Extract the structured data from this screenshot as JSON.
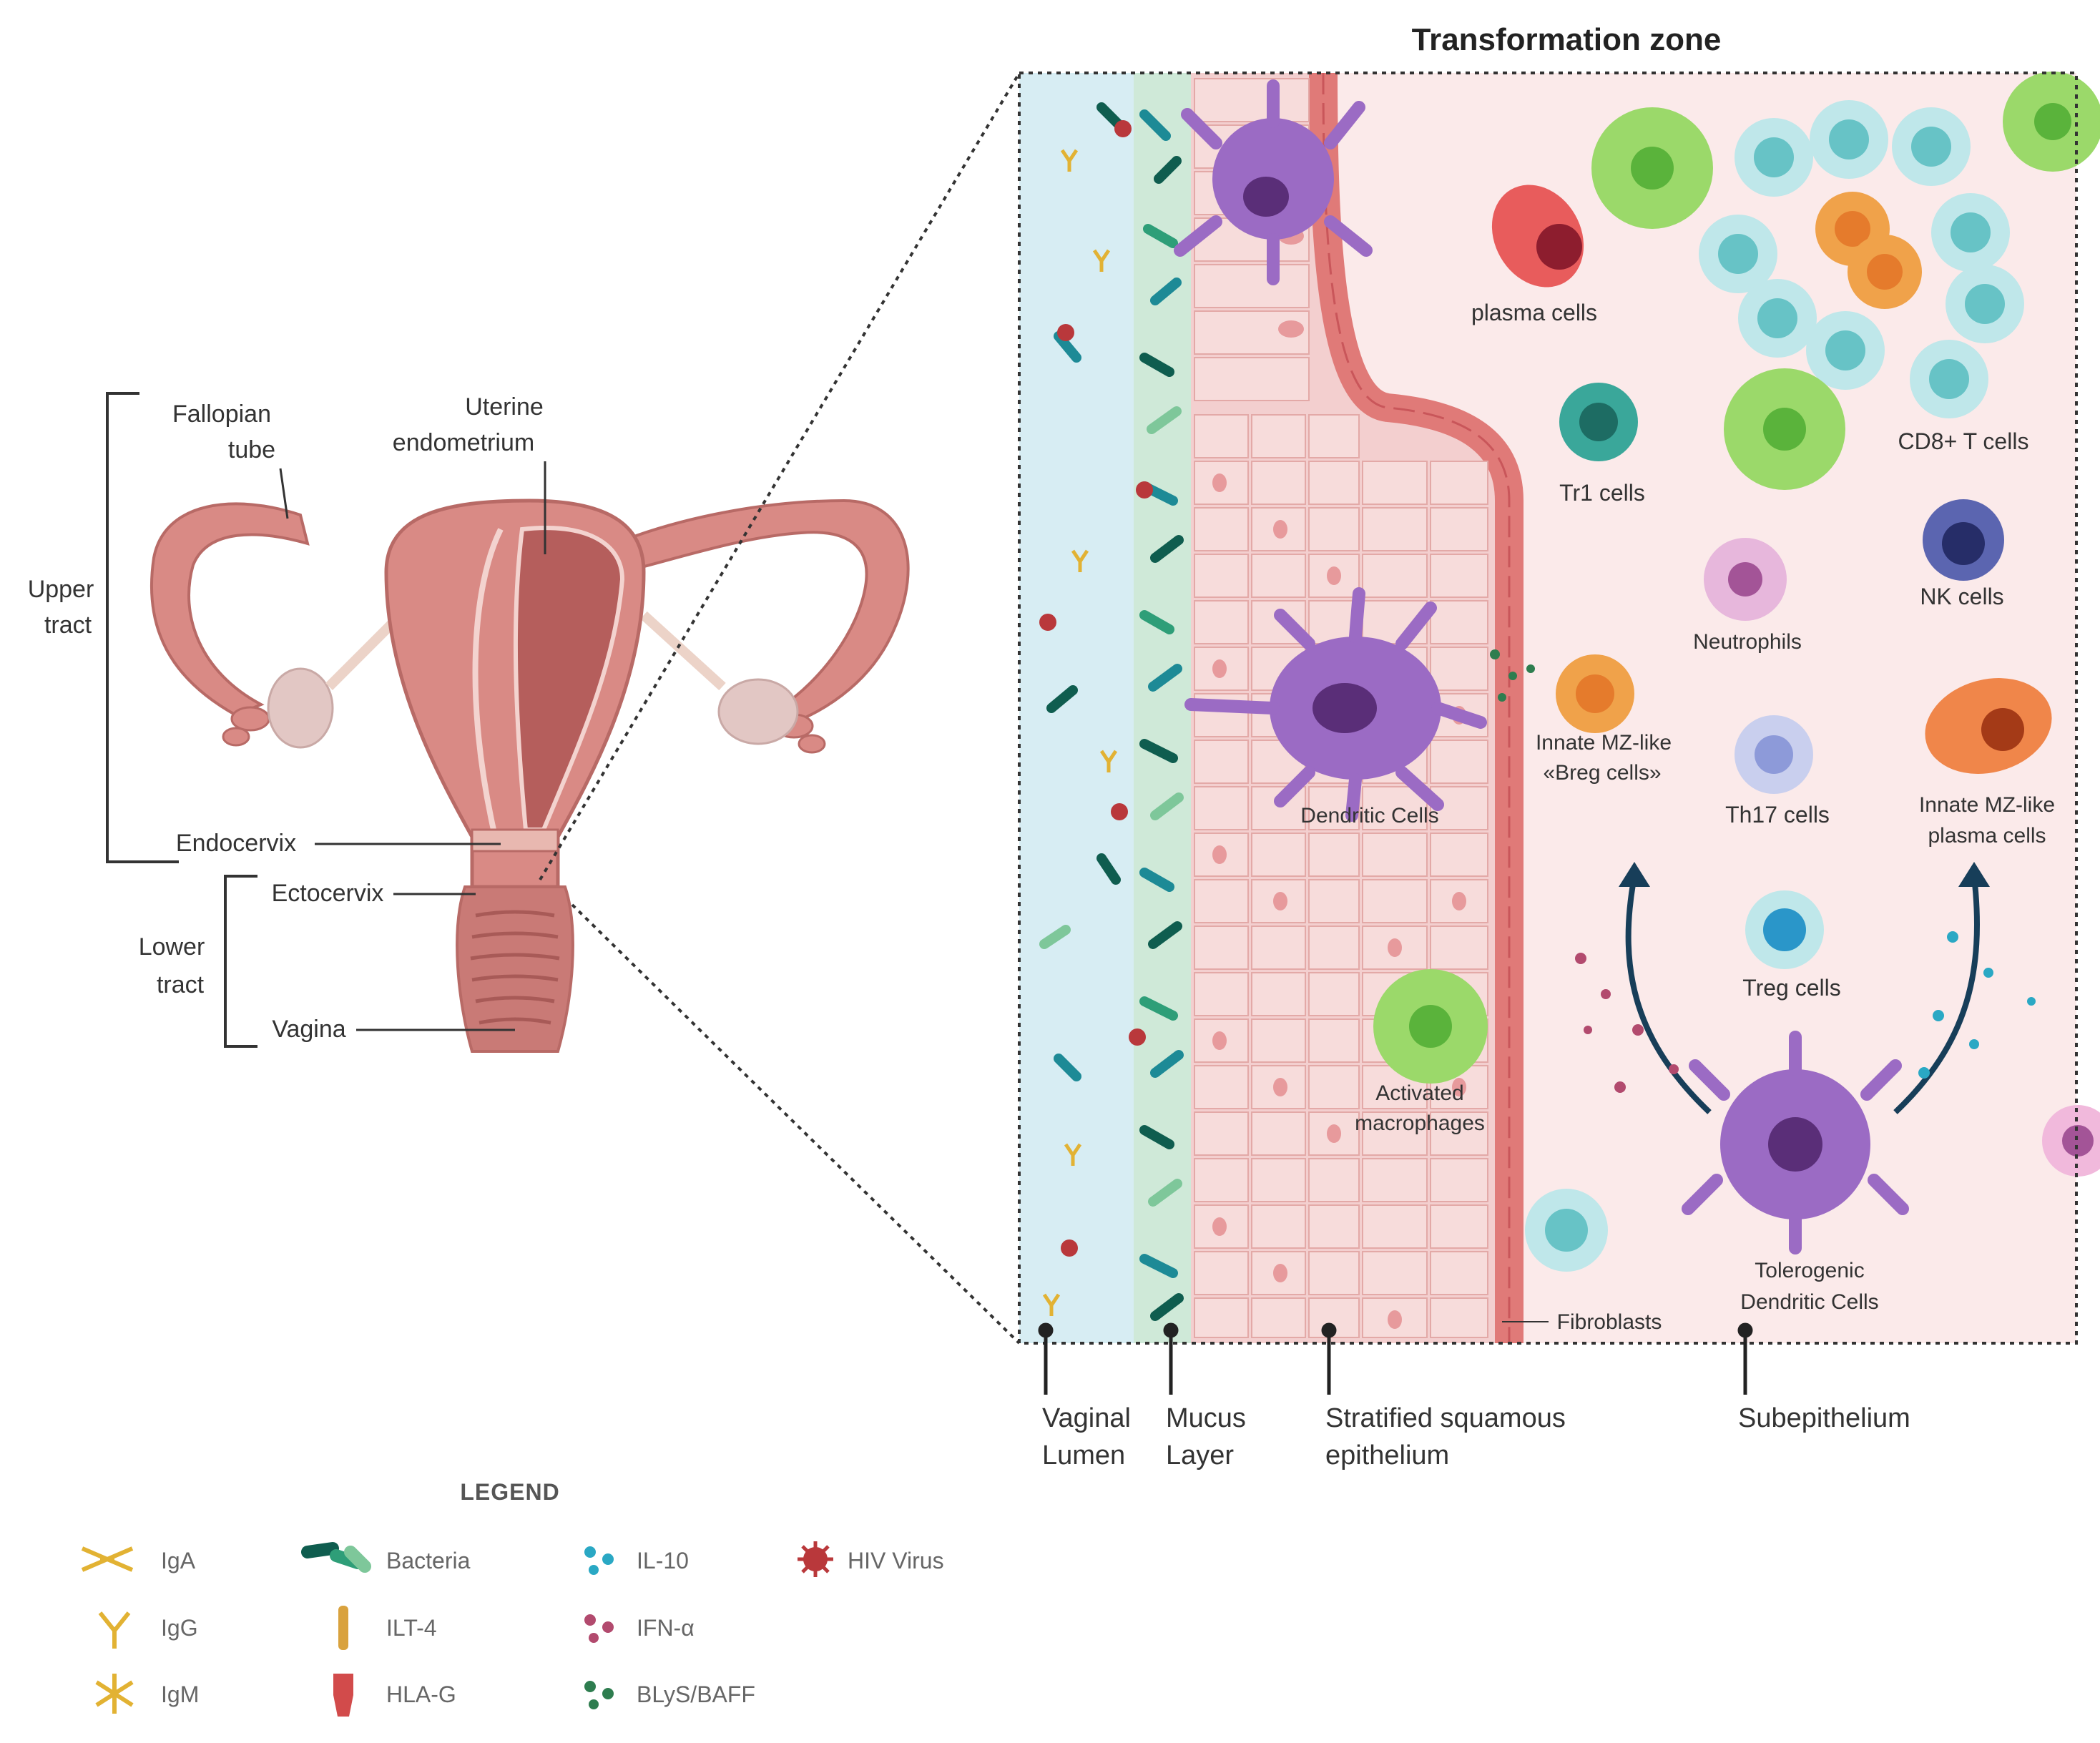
{
  "title": "Transformation zone",
  "anatomy": {
    "fallopian_tube": [
      "Fallopian",
      "tube"
    ],
    "uterine_endometrium": [
      "Uterine",
      "endometrium"
    ],
    "upper_tract": [
      "Upper",
      "tract"
    ],
    "endocervix": "Endocervix",
    "ectocervix": "Ectocervix",
    "lower_tract": [
      "Lower",
      "tract"
    ],
    "vagina": "Vagina"
  },
  "cells": {
    "plasma_cells": "plasma cells",
    "cd8_t_cells": "CD8+ T cells",
    "tr1_cells": "Tr1 cells",
    "nk_cells": "NK  cells",
    "neutrophils": "Neutrophils",
    "innate_mz_breg": [
      "Innate MZ-like",
      "«Breg cells»"
    ],
    "dendritic_cells": "Dendritic Cells",
    "th17_cells": "Th17 cells",
    "innate_mz_plasma": [
      "Innate MZ-like",
      "plasma cells"
    ],
    "treg_cells": "Treg cells",
    "activated_macrophages": [
      "Activated",
      "macrophages"
    ],
    "fibroblasts": "Fibroblasts",
    "tolerogenic_dc": [
      "Tolerogenic",
      "Dendritic Cells"
    ]
  },
  "layers": {
    "vaginal_lumen": [
      "Vaginal",
      "Lumen"
    ],
    "mucus_layer": [
      "Mucus",
      "Layer"
    ],
    "stratified_epithelium": [
      "Stratified squamous",
      "epithelium"
    ],
    "subepithelium": "Subepithelium"
  },
  "legend": {
    "title": "LEGEND",
    "items": {
      "iga": "IgA",
      "igg": "IgG",
      "igm": "IgM",
      "bacteria": "Bacteria",
      "ilt4": "ILT-4",
      "hlag": "HLA-G",
      "il10": "IL-10",
      "ifna": "IFN-α",
      "blys": "BLyS/BAFF",
      "hiv": "HIV Virus"
    }
  },
  "colors": {
    "lumen": "#d7edf3",
    "mucus": "#cfe9d8",
    "epithelium": "#f3cfcf",
    "subepithelium": "#fbeaea",
    "uterus": "#d98a85",
    "dendritic": "#9b6bc4",
    "macrophage": "#9bd96a",
    "cd8": "#bfe7ea",
    "orange_cell": "#f0a24a",
    "plasma_red": "#e85c5c",
    "il10": "#2aa8c4",
    "ifna": "#b24a6e",
    "blys": "#2e7d4f",
    "antibody_gold": "#e2b233",
    "hiv_red": "#b9383b",
    "bacteria_teal": "#1d8a96"
  }
}
